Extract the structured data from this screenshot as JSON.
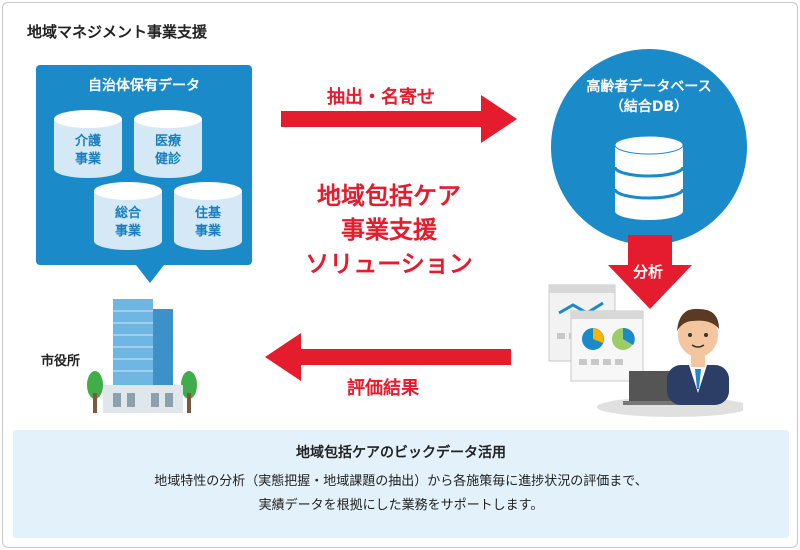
{
  "title": "地域マネジメント事業支援",
  "data_box": {
    "title": "自治体保有データ",
    "items": [
      {
        "line1": "介護",
        "line2": "事業"
      },
      {
        "line1": "医療",
        "line2": "健診"
      },
      {
        "line1": "総合",
        "line2": "事業"
      },
      {
        "line1": "住基",
        "line2": "事業"
      }
    ]
  },
  "arrows": {
    "extract": "抽出・名寄せ",
    "analysis": "分析",
    "evaluation": "評価結果"
  },
  "center_title": [
    "地域包括ケア",
    "事業支援",
    "ソリューション"
  ],
  "database": {
    "line1": "高齢者データベース",
    "line2": "（結合DB）"
  },
  "city": {
    "label": "市役所"
  },
  "bottom": {
    "title": "地域包括ケアのビックデータ活用",
    "line1": "地域特性の分析（実態把握・地域課題の抽出）から各施策毎に進捗状況の評価まで、",
    "line2": "実績データを根拠にした業務をサポートします。"
  },
  "colors": {
    "accent_blue": "#1a8ac9",
    "accent_red": "#e51b2e",
    "panel": "#e2f1fa"
  }
}
